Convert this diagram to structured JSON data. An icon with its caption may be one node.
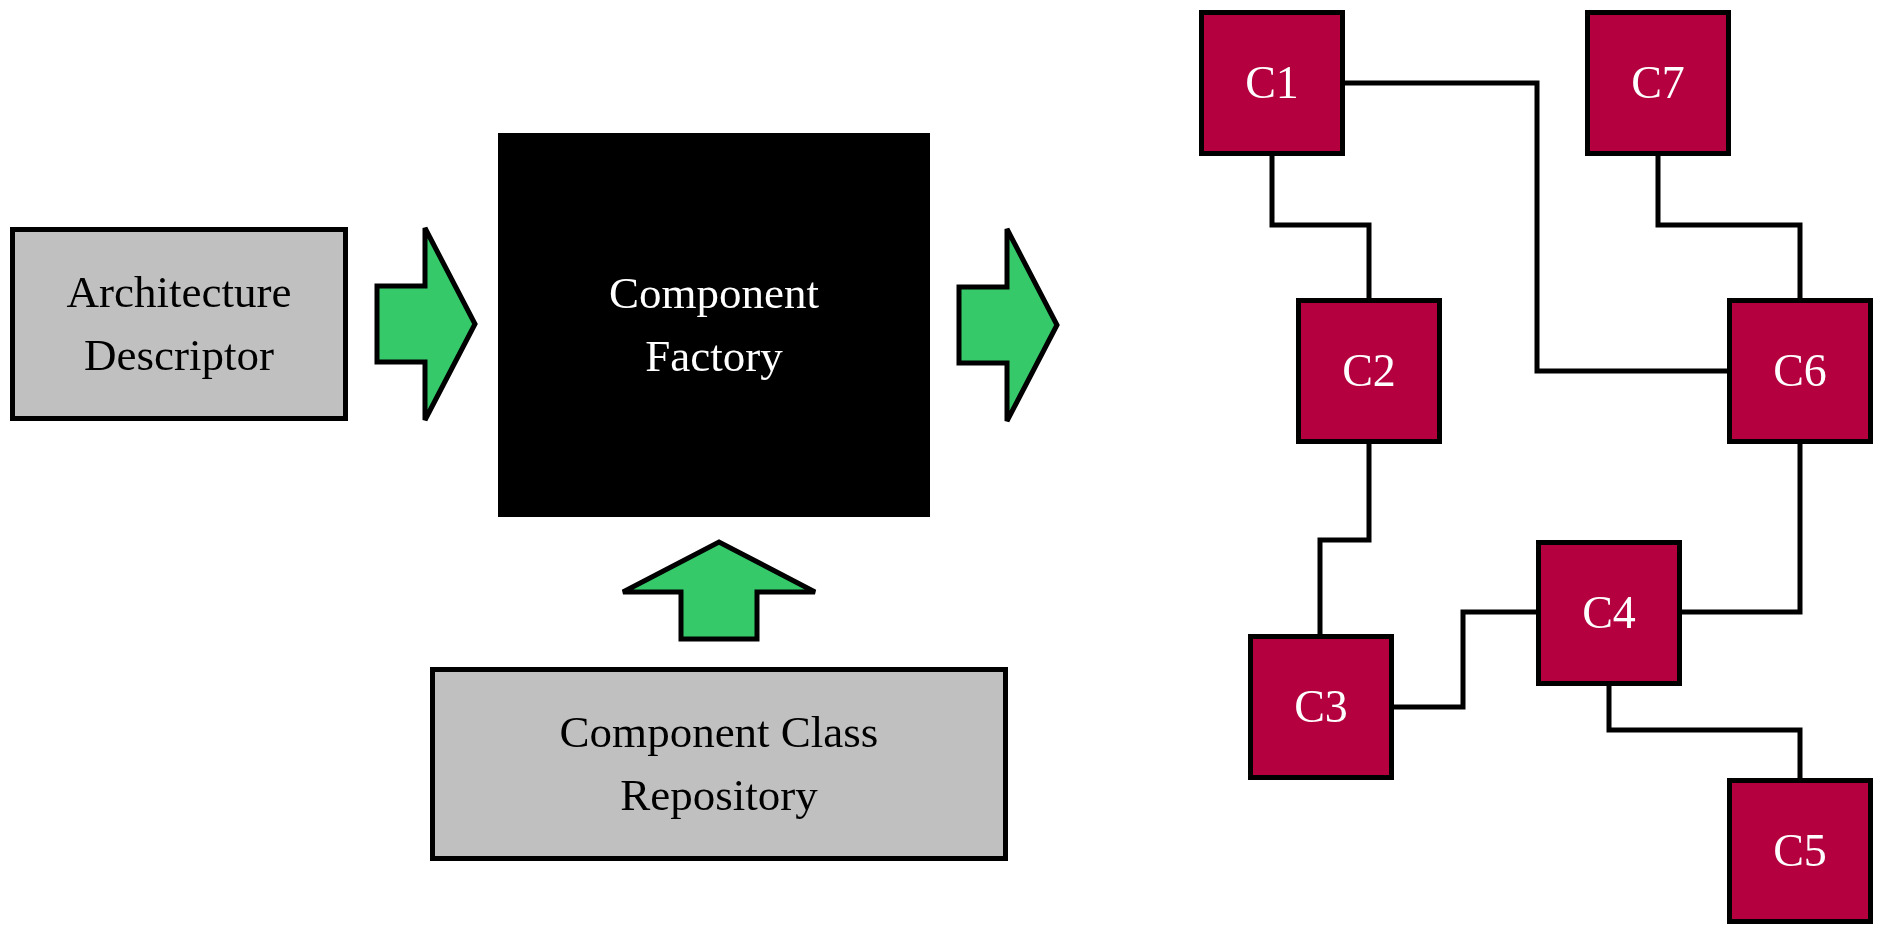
{
  "diagram": {
    "nodes": [
      {
        "text": [
          "Architecture Descriptor"
        ]
      },
      {
        "text": [
          "Component Factory"
        ]
      },
      {
        "text": [
          "Component Class Repository"
        ]
      },
      {
        "text": [
          "C1"
        ]
      },
      {
        "text": [
          "C7"
        ]
      },
      {
        "text": [
          "C2"
        ]
      },
      {
        "text": [
          "C6"
        ]
      },
      {
        "text": [
          "C4"
        ]
      },
      {
        "text": [
          "C3"
        ]
      },
      {
        "text": [
          "C5"
        ]
      }
    ],
    "edges": [
      {
        "from": 0,
        "to": 1,
        "arrow": "to",
        "style": "thick",
        "color": "#36c96a"
      },
      {
        "from": 2,
        "to": 1,
        "arrow": "to",
        "style": "thick",
        "color": "#36c96a"
      },
      {
        "from": 1,
        "to": null,
        "arrow": "to",
        "style": "thick",
        "color": "#36c96a"
      },
      {
        "from": 3,
        "to": 6,
        "arrow": "none"
      },
      {
        "from": 3,
        "to": 5,
        "arrow": "none"
      },
      {
        "from": 4,
        "to": 6,
        "arrow": "none"
      },
      {
        "from": 5,
        "to": 8,
        "arrow": "none"
      },
      {
        "from": 8,
        "to": 7,
        "arrow": "none"
      },
      {
        "from": 6,
        "to": 7,
        "arrow": "none"
      },
      {
        "from": 7,
        "to": 9,
        "arrow": "none"
      }
    ]
  }
}
